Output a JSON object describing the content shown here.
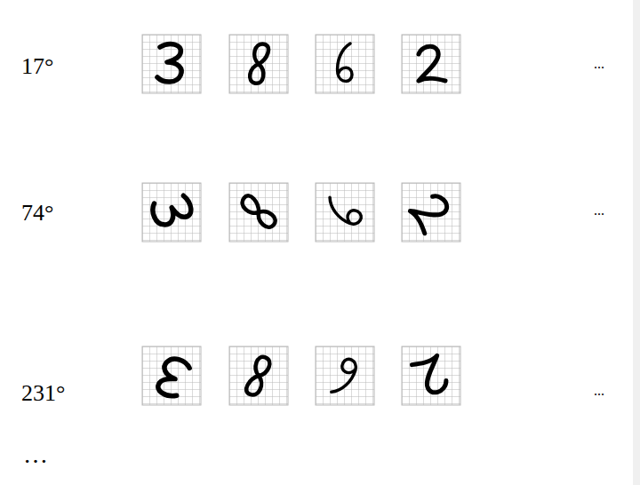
{
  "diagram": {
    "labels": [
      "17°",
      "74°",
      "231°",
      "...",
      "...",
      "...",
      "…"
    ]
  }
}
